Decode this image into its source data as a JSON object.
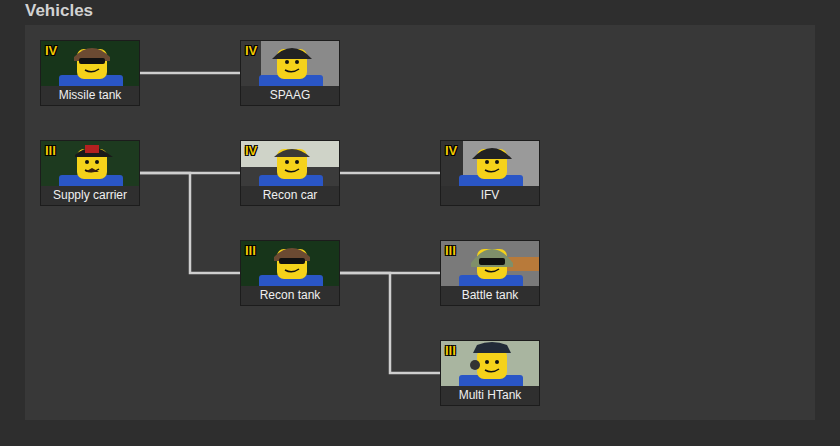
{
  "diagram": {
    "title": "Vehicles",
    "nodes": [
      {
        "text": [
          "IV",
          "Missile tank"
        ]
      },
      {
        "text": [
          "IV",
          "SPAAG"
        ]
      },
      {
        "text": [
          "III",
          "Supply carrier"
        ]
      },
      {
        "text": [
          "IV",
          "Recon car"
        ]
      },
      {
        "text": [
          "IV",
          "IFV"
        ]
      },
      {
        "text": [
          "III",
          "Recon tank"
        ]
      },
      {
        "text": [
          "III",
          "Battle tank"
        ]
      },
      {
        "text": [
          "III",
          "Multi HTank"
        ]
      }
    ],
    "edges": [
      {
        "from": 0,
        "to": 1,
        "arrow": "none"
      },
      {
        "from": 2,
        "to": 3,
        "arrow": "none"
      },
      {
        "from": 2,
        "to": 5,
        "arrow": "none"
      },
      {
        "from": 3,
        "to": 4,
        "arrow": "none"
      },
      {
        "from": 5,
        "to": 6,
        "arrow": "none"
      },
      {
        "from": 5,
        "to": 7,
        "arrow": "none"
      }
    ]
  }
}
